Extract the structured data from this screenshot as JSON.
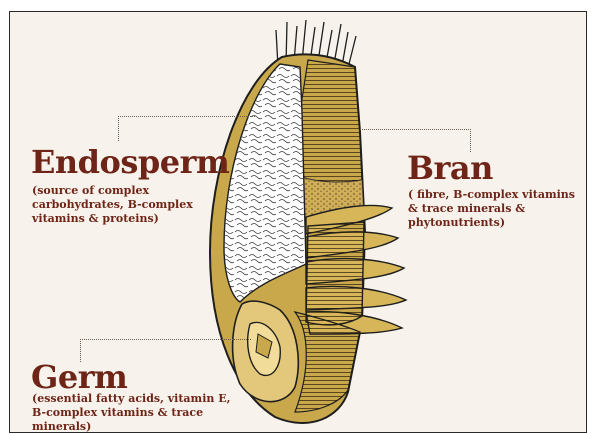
{
  "labels": {
    "endosperm": {
      "title": "Endosperm",
      "description": "(source of complex carbohydrates, B-complex vitamins & proteins)"
    },
    "bran": {
      "title": "Bran",
      "description": "( fibre, B-complex vitamins & trace minerals & phytonutrients)"
    },
    "germ": {
      "title": "Germ",
      "description": "(essential fatty acids, vitamin E, B-complex vitamins & trace minerals)"
    }
  },
  "colors": {
    "label_text": "#6e2417",
    "background": "#f7f3ec",
    "bran_gold": "#c9a84c",
    "hull_dark": "#3a2a12",
    "endosperm_white": "#ffffff",
    "leader_line": "#6b5a4a"
  }
}
